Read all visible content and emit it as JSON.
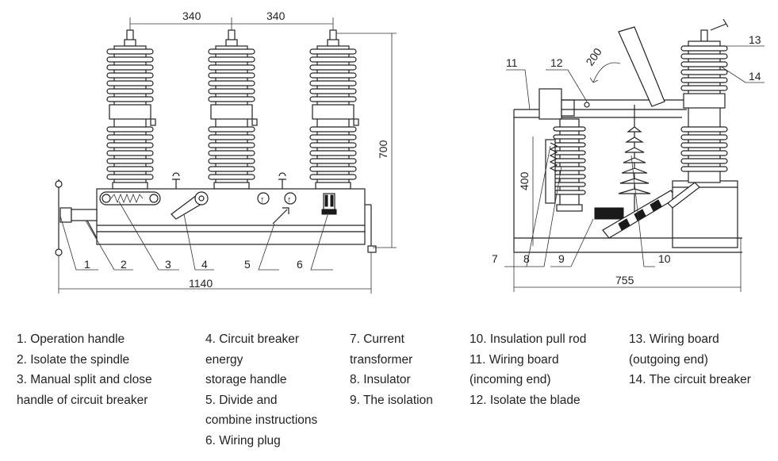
{
  "front_view": {
    "dim_pitch_1": "340",
    "dim_pitch_2": "340",
    "dim_height": "700",
    "dim_width": "1140",
    "callouts": [
      "1",
      "2",
      "3",
      "4",
      "5",
      "6"
    ]
  },
  "side_view": {
    "dim_angle": "200",
    "dim_height": "400",
    "dim_width": "755",
    "callouts": [
      "7",
      "8",
      "9",
      "10",
      "11",
      "12",
      "13",
      "14"
    ]
  },
  "legend": {
    "col1": [
      "1. Operation handle",
      "2. Isolate the spindle",
      "3. Manual split and close",
      "handle of circuit breaker"
    ],
    "col2": [
      "4. Circuit breaker",
      "energy",
      "storage handle",
      "5. Divide and",
      "combine instructions",
      "6. Wiring plug"
    ],
    "col3": [
      "7. Current",
      "transformer",
      "8. Insulator",
      "9. The isolation"
    ],
    "col4": [
      "10. Insulation pull rod",
      "11. Wiring board",
      "(incoming end)",
      "12. Isolate the blade"
    ],
    "col5": [
      "13. Wiring board",
      "(outgoing end)",
      "14. The circuit breaker"
    ]
  }
}
